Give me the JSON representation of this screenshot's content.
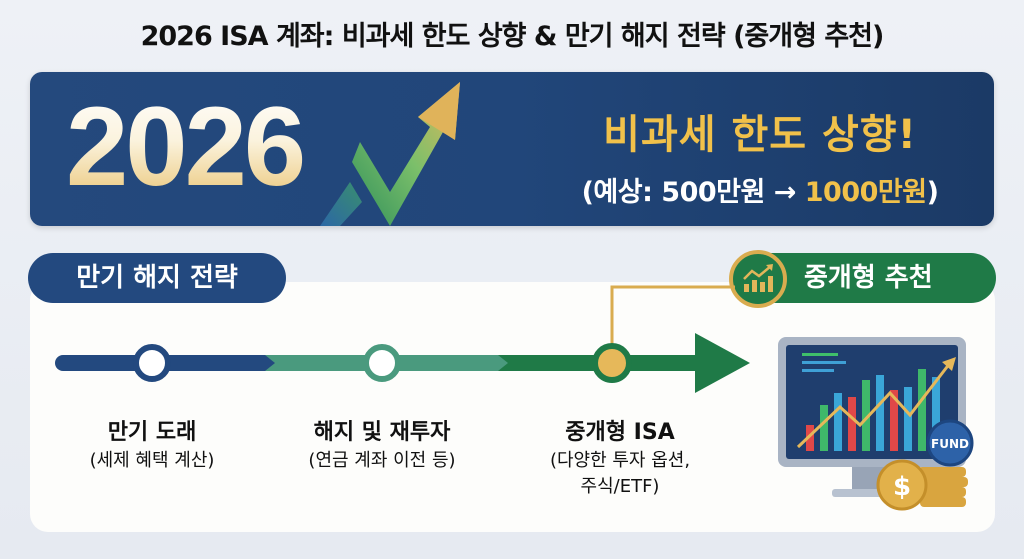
{
  "title": "2026 ISA 계좌: 비과세 한도 상향 & 만기 해지 전략 (중개형 추천)",
  "banner": {
    "year": "2026",
    "headline": "비과세 한도 상향!",
    "sub_prefix": "(예상: 500만원 → ",
    "sub_highlight": "1000만원",
    "sub_suffix": ")",
    "colors": {
      "background": "#21467a",
      "gold": "#f1c14a",
      "green": "#3fa66a"
    }
  },
  "strategy": {
    "label": "만기 해지 전략",
    "recommend_label": "중개형 추천",
    "steps": [
      {
        "title": "만기 도래",
        "desc": [
          "(세제 혜택 계산)"
        ]
      },
      {
        "title": "해지 및 재투자",
        "desc": [
          "(연금 계좌 이전 등)"
        ]
      },
      {
        "title": "중개형 ISA",
        "desc": [
          "(다양한 투자 옵션,",
          "주식/ETF)"
        ]
      }
    ],
    "colors": {
      "navy": "#23497f",
      "teal": "#4a9a7e",
      "green": "#1f7a47",
      "gold": "#d9ac4f"
    }
  },
  "illustration": {
    "coin_label": "FUND",
    "currency_symbol": "$"
  }
}
